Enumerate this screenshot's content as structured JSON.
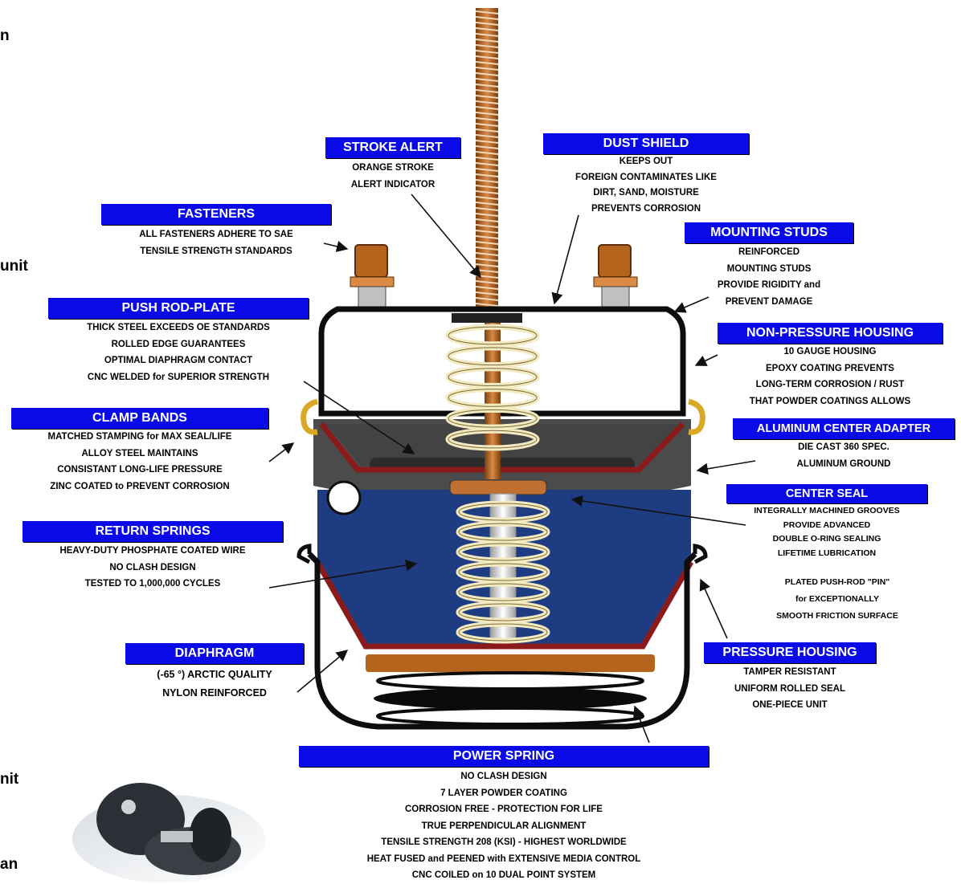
{
  "edge_fragments": [
    "n",
    "unit",
    "nit",
    "an"
  ],
  "callouts": [
    {
      "id": "stroke-alert",
      "title": "STROKE ALERT",
      "lines": [
        "ORANGE STROKE",
        "ALERT INDICATOR"
      ]
    },
    {
      "id": "dust-shield",
      "title": "DUST SHIELD",
      "lines": [
        "KEEPS OUT",
        "FOREIGN CONTAMINATES LIKE",
        "DIRT, SAND, MOISTURE",
        "PREVENTS CORROSION"
      ]
    },
    {
      "id": "fasteners",
      "title": "FASTENERS",
      "lines": [
        "ALL FASTENERS ADHERE TO SAE",
        "TENSILE STRENGTH STANDARDS"
      ]
    },
    {
      "id": "mounting-studs",
      "title": "MOUNTING STUDS",
      "lines": [
        "REINFORCED",
        "MOUNTING STUDS",
        "PROVIDE RIGIDITY and",
        "PREVENT DAMAGE"
      ]
    },
    {
      "id": "push-rod-plate",
      "title": "PUSH ROD-PLATE",
      "lines": [
        "THICK STEEL EXCEEDS OE STANDARDS",
        "ROLLED EDGE GUARANTEES",
        "OPTIMAL DIAPHRAGM CONTACT",
        "CNC WELDED for SUPERIOR STRENGTH"
      ]
    },
    {
      "id": "non-pressure-housing",
      "title": "NON-PRESSURE HOUSING",
      "lines": [
        "10 GAUGE HOUSING",
        "EPOXY COATING PREVENTS",
        "LONG-TERM CORROSION / RUST",
        "THAT POWDER COATINGS ALLOWS"
      ]
    },
    {
      "id": "clamp-bands",
      "title": "CLAMP BANDS",
      "lines": [
        "MATCHED STAMPING for MAX SEAL/LIFE",
        "ALLOY STEEL MAINTAINS",
        "CONSISTANT LONG-LIFE PRESSURE",
        "ZINC COATED to PREVENT CORROSION"
      ]
    },
    {
      "id": "aluminum-center-adapter",
      "title": "ALUMINUM CENTER ADAPTER",
      "lines": [
        "DIE CAST 360 SPEC.",
        "ALUMINUM GROUND"
      ]
    },
    {
      "id": "center-seal",
      "title": "CENTER SEAL",
      "lines": [
        "INTEGRALLY MACHINED GROOVES",
        "PROVIDE ADVANCED",
        "DOUBLE O-RING SEALING",
        "LIFETIME LUBRICATION"
      ]
    },
    {
      "id": "return-springs",
      "title": "RETURN SPRINGS",
      "lines": [
        "HEAVY-DUTY PHOSPHATE COATED WIRE",
        "NO CLASH DESIGN",
        "TESTED TO 1,000,000 CYCLES"
      ]
    },
    {
      "id": "push-rod-pin",
      "title": "",
      "lines": [
        "PLATED PUSH-ROD \"PIN\"",
        "for EXCEPTIONALLY",
        "SMOOTH FRICTION SURFACE"
      ]
    },
    {
      "id": "diaphragm",
      "title": "DIAPHRAGM",
      "lines": [
        "(-65 °) ARCTIC QUALITY",
        "NYLON REINFORCED"
      ]
    },
    {
      "id": "pressure-housing",
      "title": "PRESSURE HOUSING",
      "lines": [
        "TAMPER RESISTANT",
        "UNIFORM ROLLED SEAL",
        "ONE-PIECE UNIT"
      ]
    },
    {
      "id": "power-spring",
      "title": "POWER SPRING",
      "lines": [
        "NO CLASH DESIGN",
        "7 LAYER POWDER COATING",
        "CORROSION FREE - PROTECTION FOR LIFE",
        "TRUE PERPENDICULAR ALIGNMENT",
        "TENSILE STRENGTH 208 (KSI) - HIGHEST WORLDWIDE",
        "HEAT FUSED and PEENED with EXTENSIVE MEDIA CONTROL",
        "CNC COILED on 10 DUAL POINT SYSTEM"
      ]
    }
  ],
  "colors": {
    "label_box": "#0a0ae8",
    "rod": "#b5641e",
    "spring": "#f3eac1",
    "pressure_chamber": "#1e3c82",
    "housing_outline": "#0d0d0d",
    "diaphragm": "#8b1a1a",
    "clamp": "#d9a826",
    "non_pressure_fill": "#ffffff",
    "upper_diaphragm_zone": "#c9c9c9",
    "power_spring": "#0b0b0b"
  }
}
